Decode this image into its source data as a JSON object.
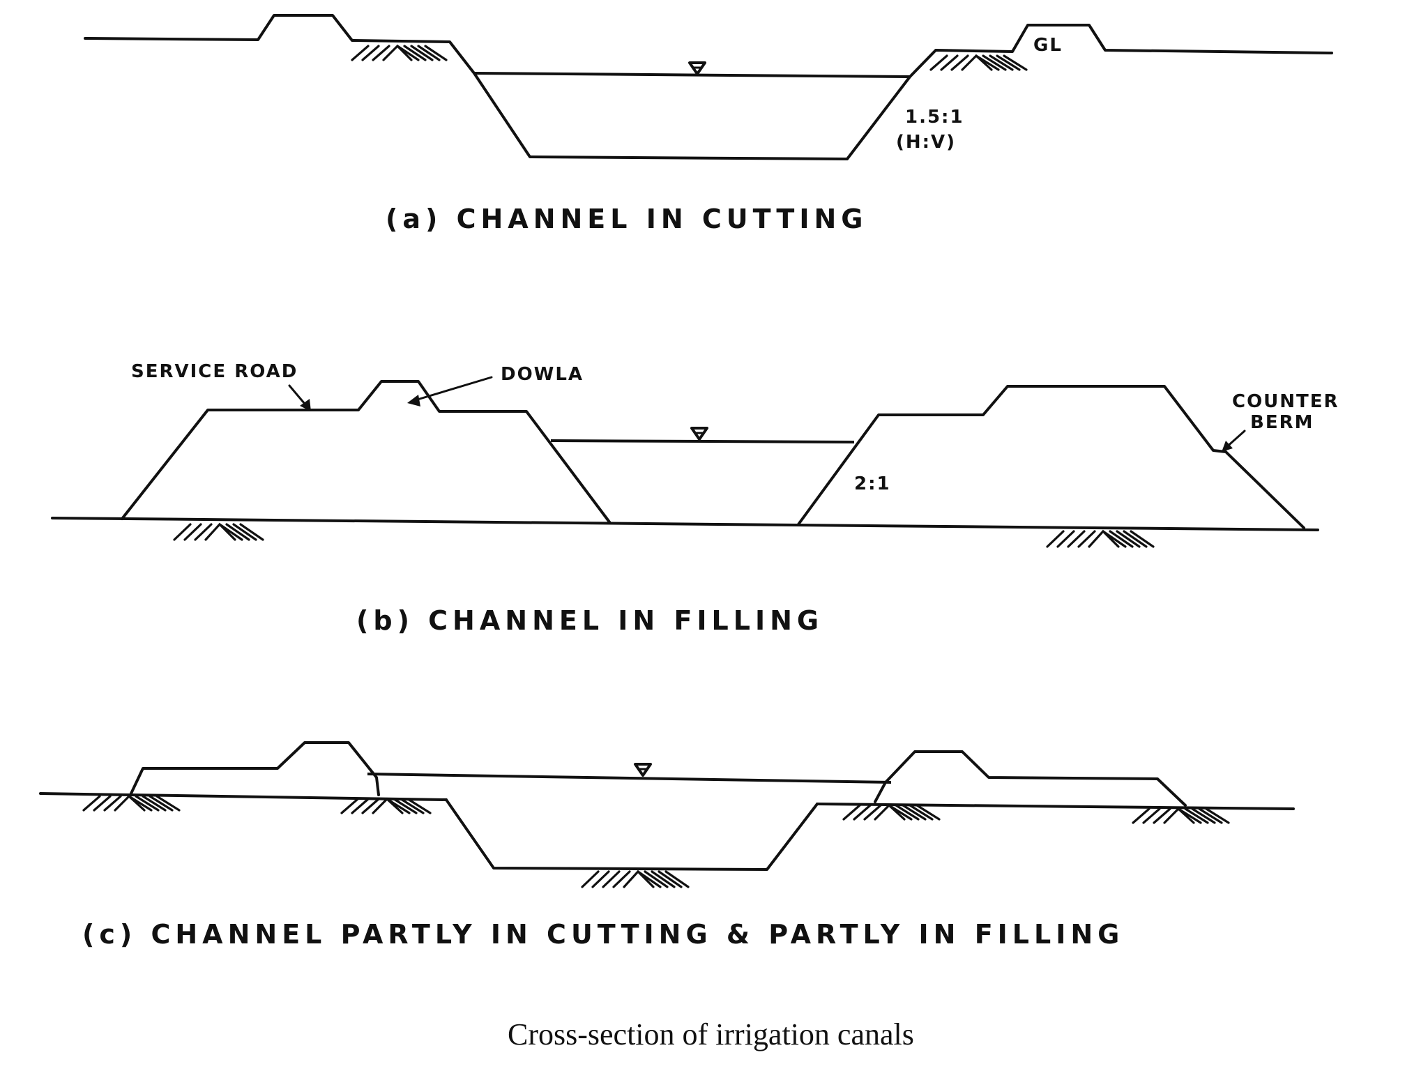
{
  "figure": {
    "title": "Cross-section of irrigation canals",
    "panels": [
      {
        "id": "a",
        "caption": "(a) CHANNEL IN CUTTING",
        "labels": {
          "slope": "1.5:1",
          "slope_units": "(H:V)",
          "gl": "GL"
        }
      },
      {
        "id": "b",
        "caption": "(b) CHANNEL IN FILLING",
        "labels": {
          "service_road": "SERVICE ROAD",
          "dowla": "DOWLA",
          "slope": "2:1",
          "counter": "COUNTER",
          "berm": "BERM"
        }
      },
      {
        "id": "c",
        "caption": "(c) CHANNEL PARTLY IN CUTTING & PARTLY IN FILLING",
        "labels": {}
      }
    ]
  },
  "colors": {
    "ink": "#111111",
    "paper": "#ffffff"
  },
  "icons": {
    "water_level": "inverted-triangle-icon",
    "ground": "ground-hatch-icon"
  }
}
